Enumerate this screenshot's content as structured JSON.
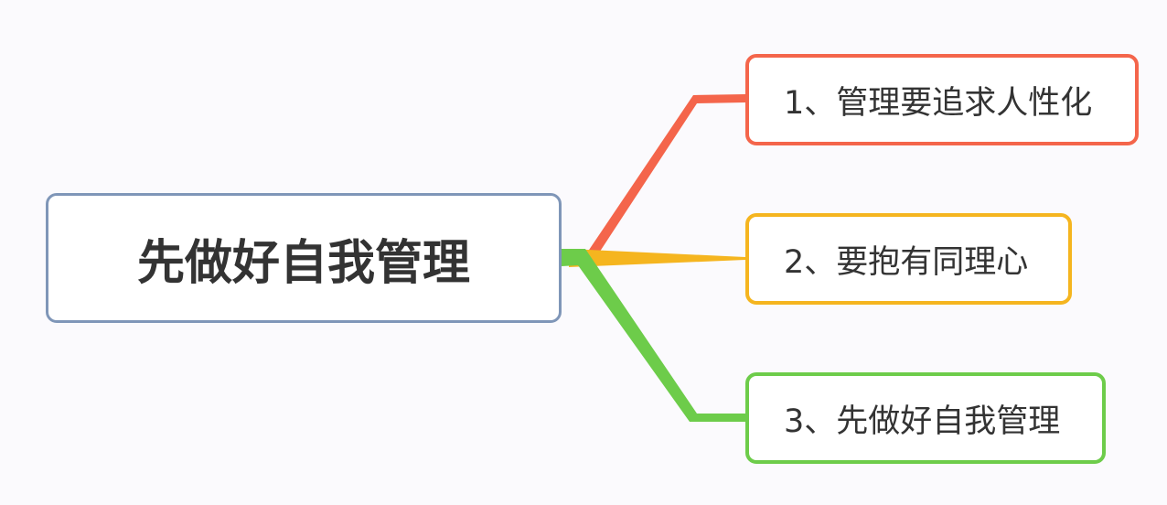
{
  "root": {
    "label": "先做好自我管理",
    "color": "#7f96b8"
  },
  "branches": [
    {
      "label": "1、管理要追求人性化",
      "color": "#f4654b"
    },
    {
      "label": "2、要抱有同理心",
      "color": "#f5b51f"
    },
    {
      "label": "3、先做好自我管理",
      "color": "#6dcc4a"
    }
  ]
}
